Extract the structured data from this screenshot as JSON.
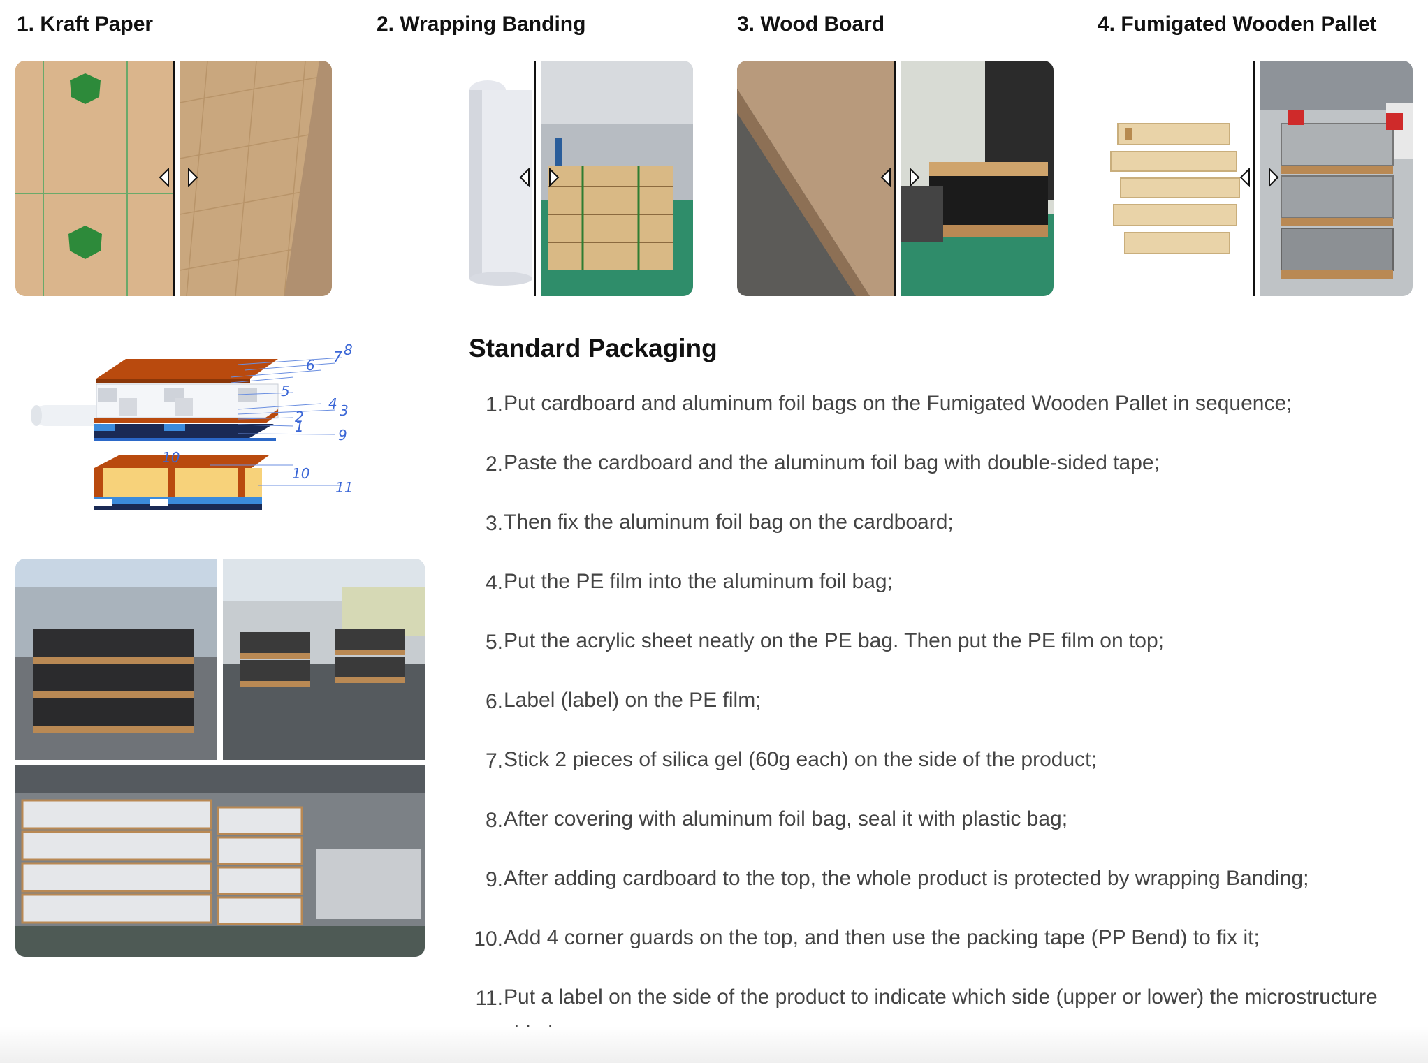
{
  "categories": [
    {
      "title": "1. Kraft Paper",
      "icon_left": "chevron-left-icon",
      "icon_right": "chevron-right-icon"
    },
    {
      "title": "2. Wrapping Banding",
      "icon_left": "chevron-left-icon",
      "icon_right": "chevron-right-icon"
    },
    {
      "title": "3. Wood Board",
      "icon_left": "chevron-left-icon",
      "icon_right": "chevron-right-icon"
    },
    {
      "title": "4. Fumigated Wooden Pallet",
      "icon_left": "chevron-left-icon",
      "icon_right": "chevron-right-icon"
    }
  ],
  "diagram": {
    "labels": [
      "1",
      "2",
      "3",
      "4",
      "5",
      "6",
      "7",
      "8",
      "9",
      "10",
      "10",
      "11"
    ],
    "label_color": "#3a66d6",
    "top_color": "#b94a0e"
  },
  "standard_packaging": {
    "title": "Standard Packaging",
    "steps": [
      {
        "num": "1.",
        "text": "Put cardboard and aluminum foil bags on the Fumigated Wooden Pallet in sequence;"
      },
      {
        "num": "2.",
        "text": "Paste the cardboard and the aluminum foil bag with double-sided tape;"
      },
      {
        "num": "3.",
        "text": "Then fix the aluminum foil bag on the cardboard;"
      },
      {
        "num": "4.",
        "text": "Put the PE film into the aluminum foil bag;"
      },
      {
        "num": "5.",
        "text": "Put the acrylic sheet neatly on the PE bag. Then put the PE film on top;"
      },
      {
        "num": "6.",
        "text": "Label (label) on the PE film;"
      },
      {
        "num": "7.",
        "text": "Stick 2 pieces of silica gel (60g each) on the side of the product;"
      },
      {
        "num": "8.",
        "text": "After covering with aluminum foil bag, seal it with plastic bag;"
      },
      {
        "num": "9.",
        "text": "After adding cardboard to the top, the whole product is protected by wrapping Banding;"
      },
      {
        "num": "10.",
        "text": "Add 4 corner guards on the top, and then use the packing tape (PP Bend) to fix it;"
      },
      {
        "num": "11.",
        "text": "Put a label on the side of the product to indicate which side (upper or lower) the microstructure side is."
      }
    ]
  }
}
